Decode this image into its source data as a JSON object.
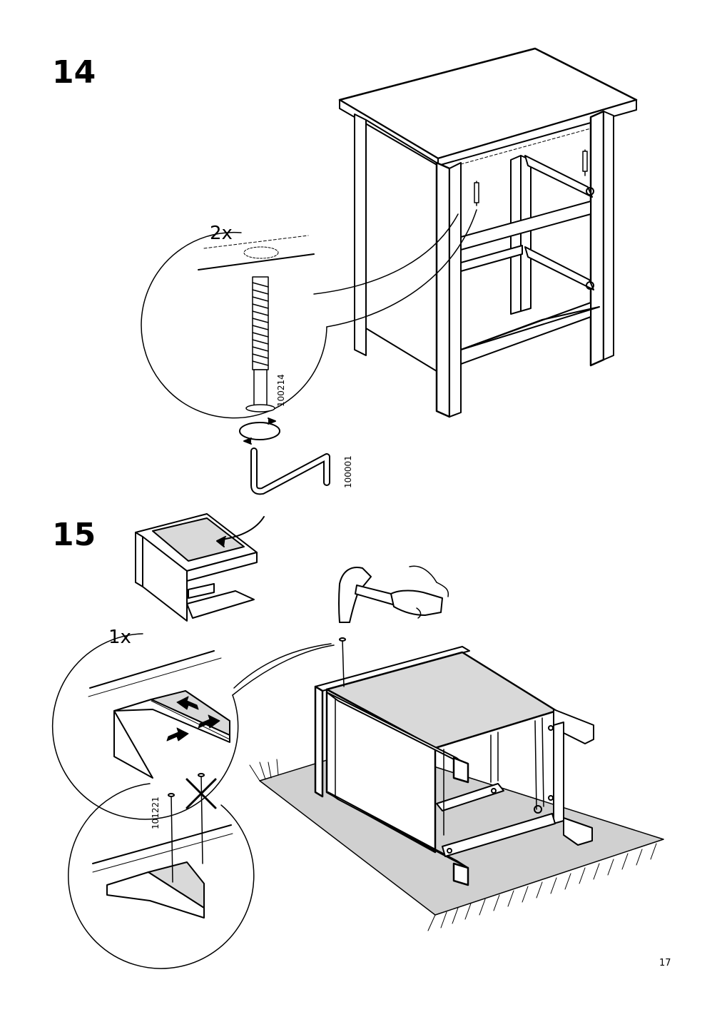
{
  "steps": [
    {
      "number": "14",
      "quantity": "2x",
      "parts": [
        "100214",
        "100001"
      ]
    },
    {
      "number": "15",
      "quantity": "1x",
      "parts": [
        "101221"
      ]
    }
  ],
  "icons": {
    "rotate": "rotate-arrow-icon",
    "wrong": "cross-x-icon",
    "push": "arrow-icon"
  },
  "colors": {
    "line": "#000000",
    "panel_fill": "#d9d9d9",
    "rug_fill": "#d0d0d0",
    "background": "#ffffff"
  },
  "page_number": "17"
}
